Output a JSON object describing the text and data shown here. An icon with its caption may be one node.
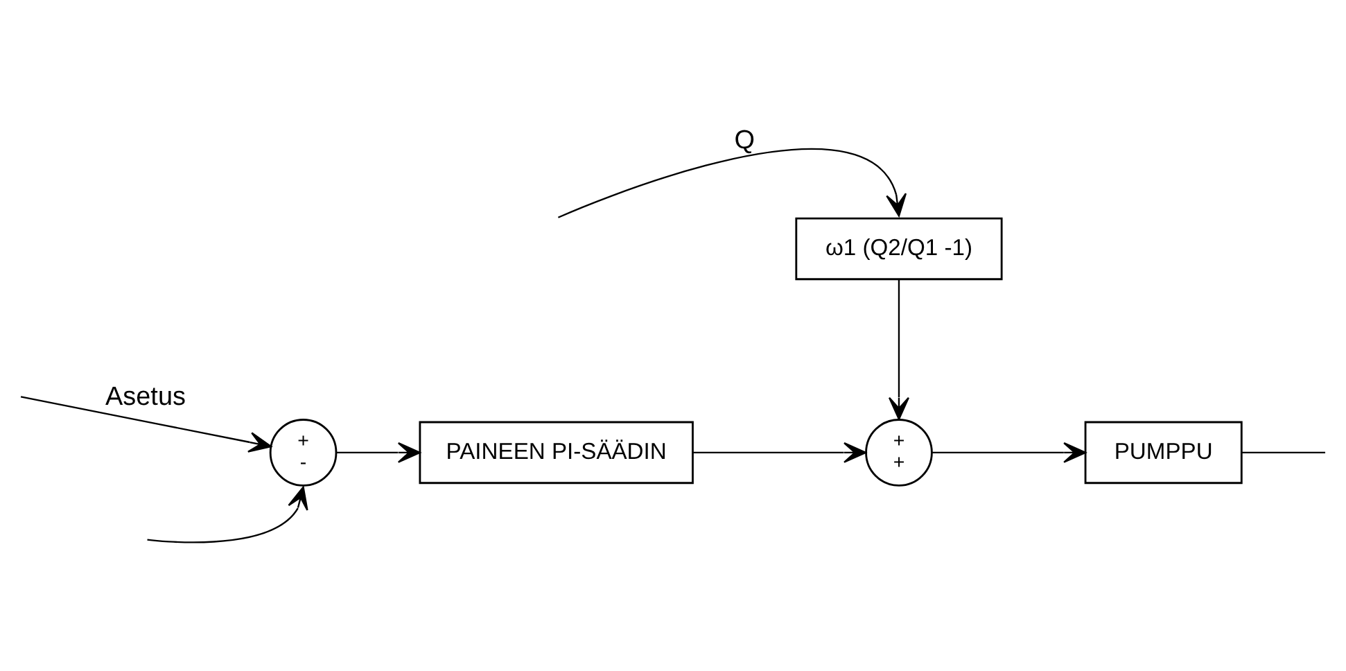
{
  "diagram": {
    "nodes": [
      {
        "text": [
          "+",
          "-"
        ]
      },
      {
        "text": [
          "PAINEEN PI-SÄÄDIN"
        ]
      },
      {
        "text": [
          "ω1 (Q2/Q1 -1)"
        ]
      },
      {
        "text": [
          "+",
          "+"
        ]
      },
      {
        "text": [
          "PUMPPU"
        ]
      }
    ],
    "edges": [
      {
        "from": null,
        "to": 0,
        "arrow": "to",
        "label": "Asetus"
      },
      {
        "from": null,
        "to": 0,
        "arrow": "to"
      },
      {
        "from": 0,
        "to": 1,
        "arrow": "to"
      },
      {
        "from": null,
        "to": 2,
        "arrow": "to",
        "label": "Q"
      },
      {
        "from": 1,
        "to": 3,
        "arrow": "to"
      },
      {
        "from": 2,
        "to": 3,
        "arrow": "to"
      },
      {
        "from": 3,
        "to": 4,
        "arrow": "to"
      },
      {
        "from": 4,
        "to": null,
        "arrow": "none"
      }
    ]
  }
}
